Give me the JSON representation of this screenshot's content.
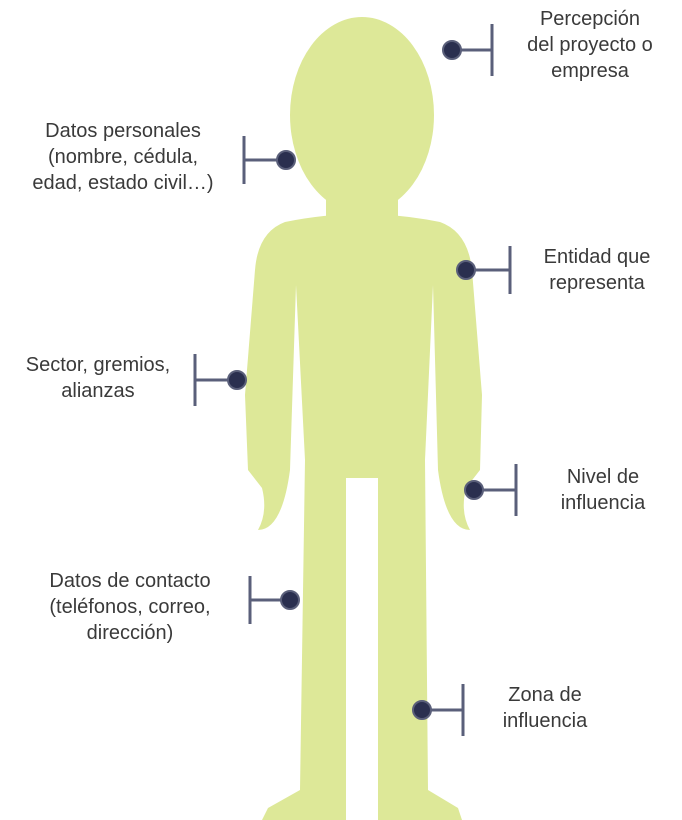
{
  "colors": {
    "body": "#dde898",
    "line": "#5a5f7a",
    "dot": "#2a2f4f",
    "text": "#3a3a3a"
  },
  "labels": {
    "percepcion": [
      "Percepción",
      "del proyecto o",
      "empresa"
    ],
    "datos_personales": [
      "Datos personales",
      "(nombre, cédula,",
      "edad, estado civil…)"
    ],
    "entidad": [
      "Entidad que",
      "representa"
    ],
    "sector": [
      "Sector, gremios,",
      "alianzas"
    ],
    "nivel": [
      "Nivel de",
      "influencia"
    ],
    "contacto": [
      "Datos de contacto",
      "(teléfonos, correo,",
      "dirección)"
    ],
    "zona": [
      "Zona de",
      "influencia"
    ]
  }
}
